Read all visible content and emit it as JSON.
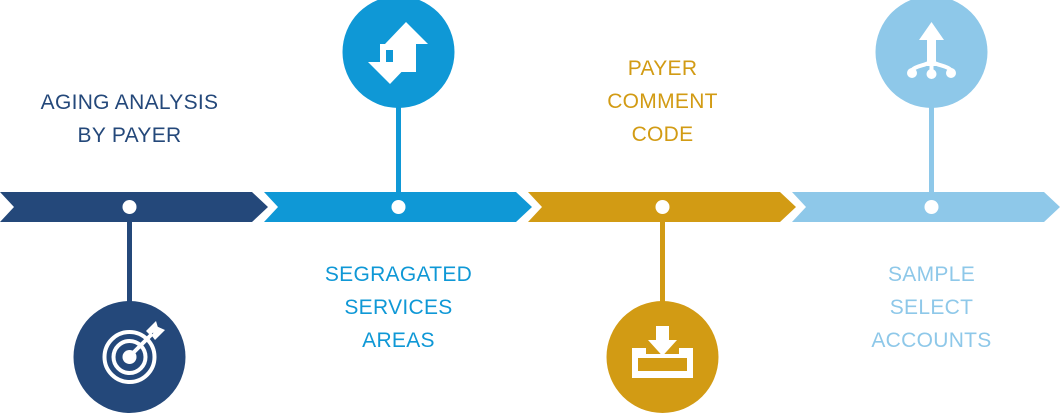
{
  "steps": [
    {
      "lines": [
        "AGING ANALYSIS",
        "BY PAYER"
      ],
      "color": "#24487a",
      "icon": "target-icon"
    },
    {
      "lines": [
        "SEGRAGATED",
        "SERVICES",
        "AREAS"
      ],
      "color": "#0f98d6",
      "icon": "up-down-arrows-icon"
    },
    {
      "lines": [
        "PAYER",
        "COMMENT",
        "CODE"
      ],
      "color": "#d29b14",
      "icon": "inbox-download-icon"
    },
    {
      "lines": [
        "SAMPLE",
        "SELECT",
        "ACCOUNTS"
      ],
      "color": "#8ec8e9",
      "icon": "branch-arrow-icon"
    }
  ]
}
